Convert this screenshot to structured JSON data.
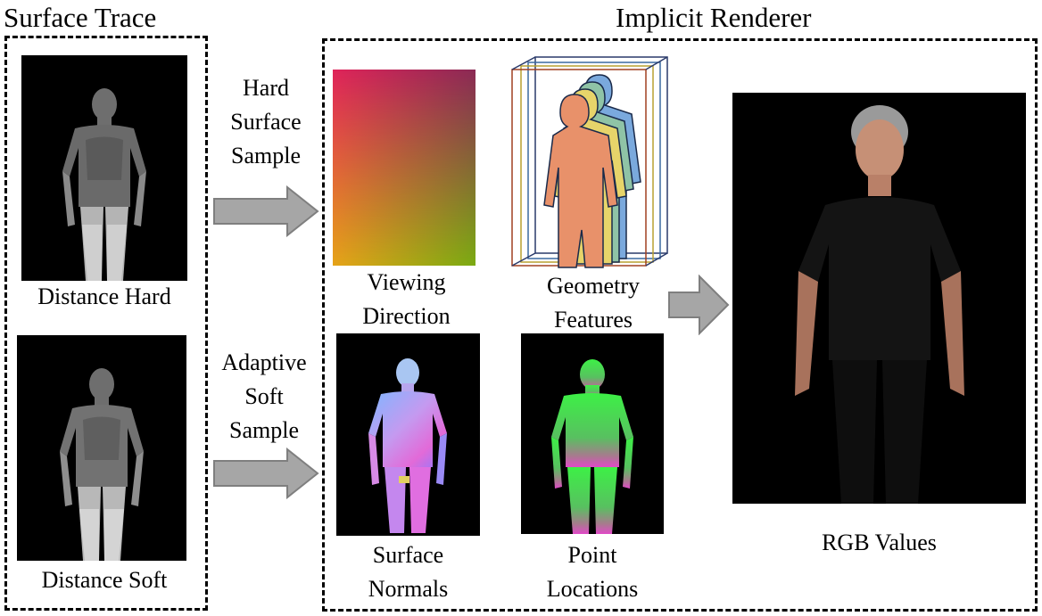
{
  "section_titles": {
    "left": "Surface Trace",
    "right": "Implicit Renderer"
  },
  "arrow_labels": {
    "hard": [
      "Hard",
      "Surface",
      "Sample"
    ],
    "soft": [
      "Adaptive",
      "Soft",
      "Sample"
    ]
  },
  "panel_labels": {
    "distance_hard": "Distance Hard",
    "distance_soft": "Distance Soft",
    "viewing_direction": [
      "Viewing",
      "Direction"
    ],
    "geometry_features": [
      "Geometry",
      "Features"
    ],
    "surface_normals": [
      "Surface",
      "Normals"
    ],
    "point_locations": [
      "Point",
      "Locations"
    ],
    "rgb_values": "RGB Values"
  },
  "colors": {
    "arrow_fill": "#a6a6a6",
    "arrow_stroke": "#7f7f7f",
    "panel_bg": "#000000",
    "viewing_gradient": [
      "#e0245a",
      "#8b2a55",
      "#e6a418",
      "#7aab12"
    ],
    "feature_layers": [
      "#e8916a",
      "#e7d46a",
      "#8fc3a6",
      "#7aa9dd"
    ]
  }
}
